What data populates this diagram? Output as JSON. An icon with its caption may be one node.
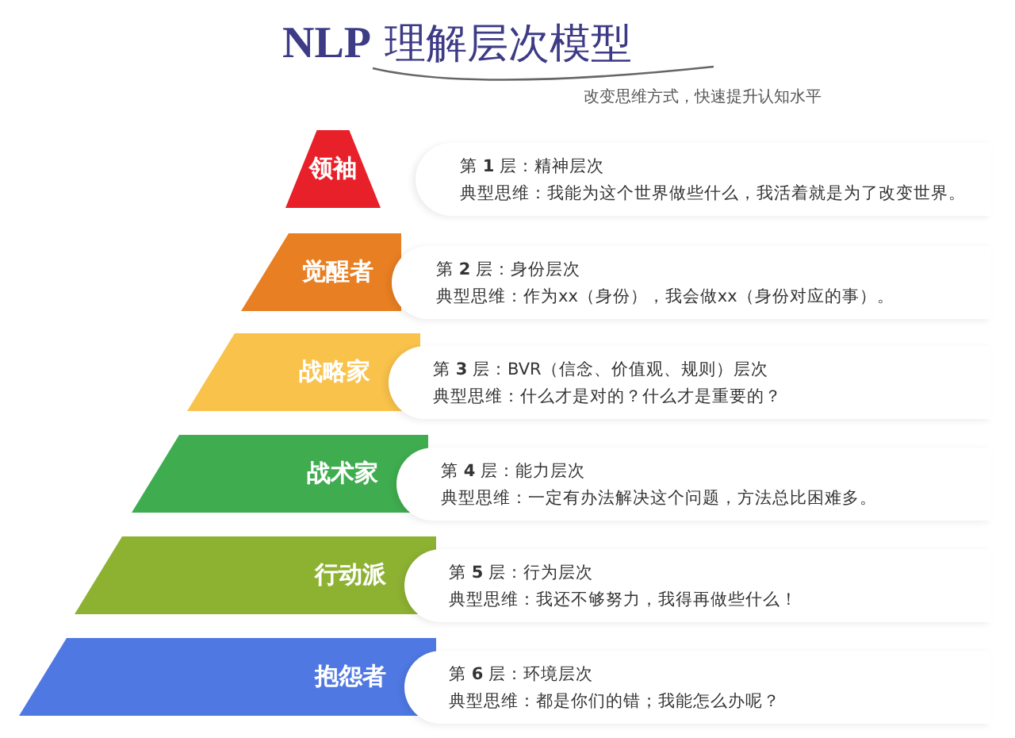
{
  "diagram": {
    "title": "**NLP** 理解层次模型",
    "nodes": [
      {
        "text": [
          "领袖"
        ]
      },
      {
        "text": [
          "第 **1** 层：精神层次",
          "典型思维：我能为这个世界做些什么，我活着就是为了改变世界。"
        ]
      },
      {
        "text": [
          "觉醒者"
        ]
      },
      {
        "text": [
          "第 **2** 层：身份层次",
          "典型思维：作为xx（身份），我会做xx（身份对应的事）。"
        ]
      },
      {
        "text": [
          "战略家"
        ]
      },
      {
        "text": [
          "第 **3** 层：BVR（信念、价值观、规则）层次",
          "典型思维：什么才是对的？什么才是重要的？"
        ]
      },
      {
        "text": [
          "战术家"
        ]
      },
      {
        "text": [
          "第 **4** 层：能力层次",
          "典型思维：一定有办法解决这个问题，方法总比困难多。"
        ]
      },
      {
        "text": [
          "行动派"
        ]
      },
      {
        "text": [
          "第 **5** 层：行为层次",
          "典型思维：我还不够努力，我得再做些什么！"
        ]
      },
      {
        "text": [
          "抱怨者"
        ]
      },
      {
        "text": [
          "第 **6** 层：环境层次",
          "典型思维：都是你们的错；我能怎么办呢？"
        ]
      }
    ],
    "labels": [
      "改变思维方式，快速提升认知水平"
    ]
  }
}
